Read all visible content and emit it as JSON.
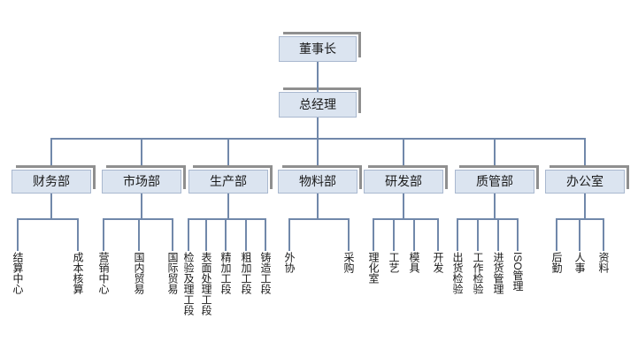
{
  "org_chart": {
    "root": {
      "label": "董事长"
    },
    "general_manager": {
      "label": "总经理"
    },
    "departments": [
      {
        "label": "财务部",
        "children": [
          {
            "label": "结算中心"
          },
          {
            "label": "成本核算"
          }
        ]
      },
      {
        "label": "市场部",
        "children": [
          {
            "label": "营销中心"
          },
          {
            "label": "国内贸易"
          },
          {
            "label": "国际贸易"
          }
        ]
      },
      {
        "label": "生产部",
        "children": [
          {
            "label": "检验及理工段"
          },
          {
            "label": "表面处理工段"
          },
          {
            "label": "精加工段"
          },
          {
            "label": "粗加工段"
          },
          {
            "label": "铸造工段"
          }
        ]
      },
      {
        "label": "物料部",
        "children": [
          {
            "label": "外协"
          },
          {
            "label": "采购"
          }
        ]
      },
      {
        "label": "研发部",
        "children": [
          {
            "label": "理化室"
          },
          {
            "label": "工艺"
          },
          {
            "label": "模具"
          },
          {
            "label": "开发"
          }
        ]
      },
      {
        "label": "质管部",
        "children": [
          {
            "label": "出货检验"
          },
          {
            "label": "工作检验"
          },
          {
            "label": "进货管理"
          },
          {
            "label": "ISO管理"
          }
        ]
      },
      {
        "label": "办公室",
        "children": [
          {
            "label": "后勤"
          },
          {
            "label": "人事"
          },
          {
            "label": "资料"
          }
        ]
      }
    ],
    "colors": {
      "background": "#ffffff",
      "box_fill": "#dbe4f0",
      "box_border": "#a9b8cf",
      "box_shadow": "#8f8f8f",
      "connector": "#7188aa",
      "text": "#1a1a1a"
    }
  }
}
